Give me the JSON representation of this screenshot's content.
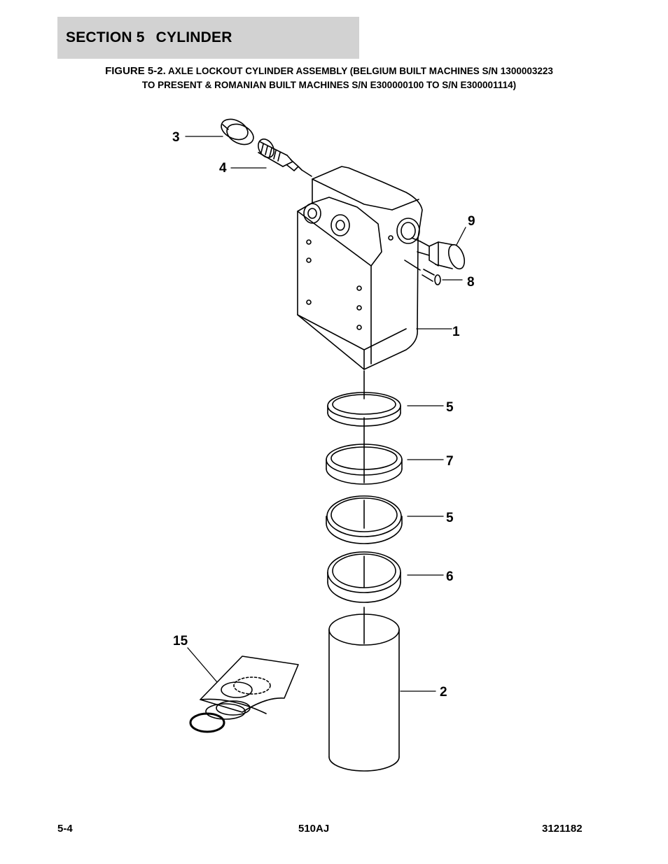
{
  "header": {
    "section_number": "SECTION 5",
    "section_name": "CYLINDER"
  },
  "figure": {
    "label": "FIGURE 5-2.",
    "title_line1": "AXLE LOCKOUT CYLINDER ASSEMBLY (BELGIUM BUILT MACHINES S/N 1300003223",
    "title_line2": "TO PRESENT & ROMANIAN BUILT MACHINES S/N E300000100 TO S/N E300001114)"
  },
  "callouts": {
    "c1": "1",
    "c2": "2",
    "c3": "3",
    "c4": "4",
    "c5a": "5",
    "c5b": "5",
    "c6": "6",
    "c7": "7",
    "c8": "8",
    "c9": "9",
    "c15": "15"
  },
  "footer": {
    "page": "5-4",
    "model": "510AJ",
    "doc_number": "3121182"
  }
}
